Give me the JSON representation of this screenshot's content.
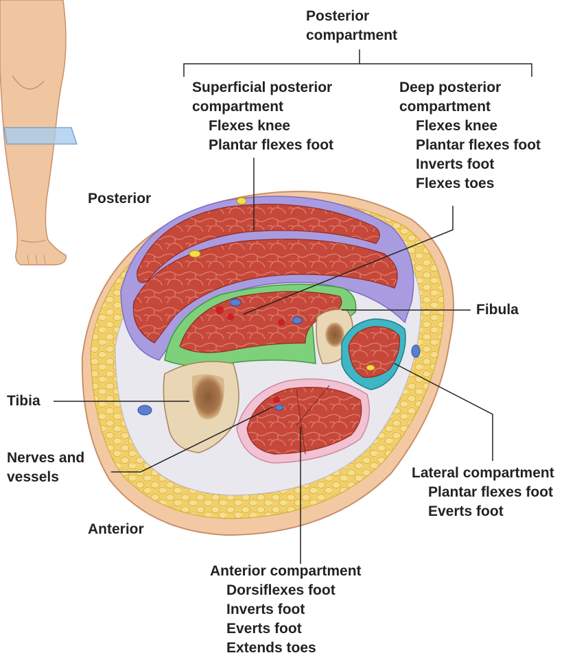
{
  "posterior_compartment": {
    "title_line1": "Posterior",
    "title_line2": "compartment",
    "superficial": {
      "title_line1": "Superficial posterior",
      "title_line2": "compartment",
      "actions": [
        "Flexes knee",
        "Plantar flexes foot"
      ]
    },
    "deep": {
      "title_line1": "Deep posterior",
      "title_line2": "compartment",
      "actions": [
        "Flexes knee",
        "Plantar flexes foot",
        "Inverts foot",
        "Flexes toes"
      ]
    }
  },
  "orientation": {
    "posterior": "Posterior",
    "anterior": "Anterior"
  },
  "structures": {
    "fibula": "Fibula",
    "tibia": "Tibia",
    "nerves_line1": "Nerves and",
    "nerves_line2": "vessels"
  },
  "lateral_compartment": {
    "title": "Lateral compartment",
    "actions": [
      "Plantar flexes foot",
      "Everts foot"
    ]
  },
  "anterior_compartment": {
    "title": "Anterior compartment",
    "actions": [
      "Dorsiflexes foot",
      "Inverts foot",
      "Everts foot",
      "Extends toes"
    ]
  },
  "colors": {
    "skin": "#f2c9a3",
    "fat": "#f1d06a",
    "muscle": "#c5483a",
    "posterior_fascia": "#a99be0",
    "deep_fascia": "#7ed07a",
    "lateral_fascia": "#3fb6c4",
    "anterior_fascia": "#f3c2d2",
    "bone": "#e9d6b4",
    "leader_line": "#222222"
  }
}
